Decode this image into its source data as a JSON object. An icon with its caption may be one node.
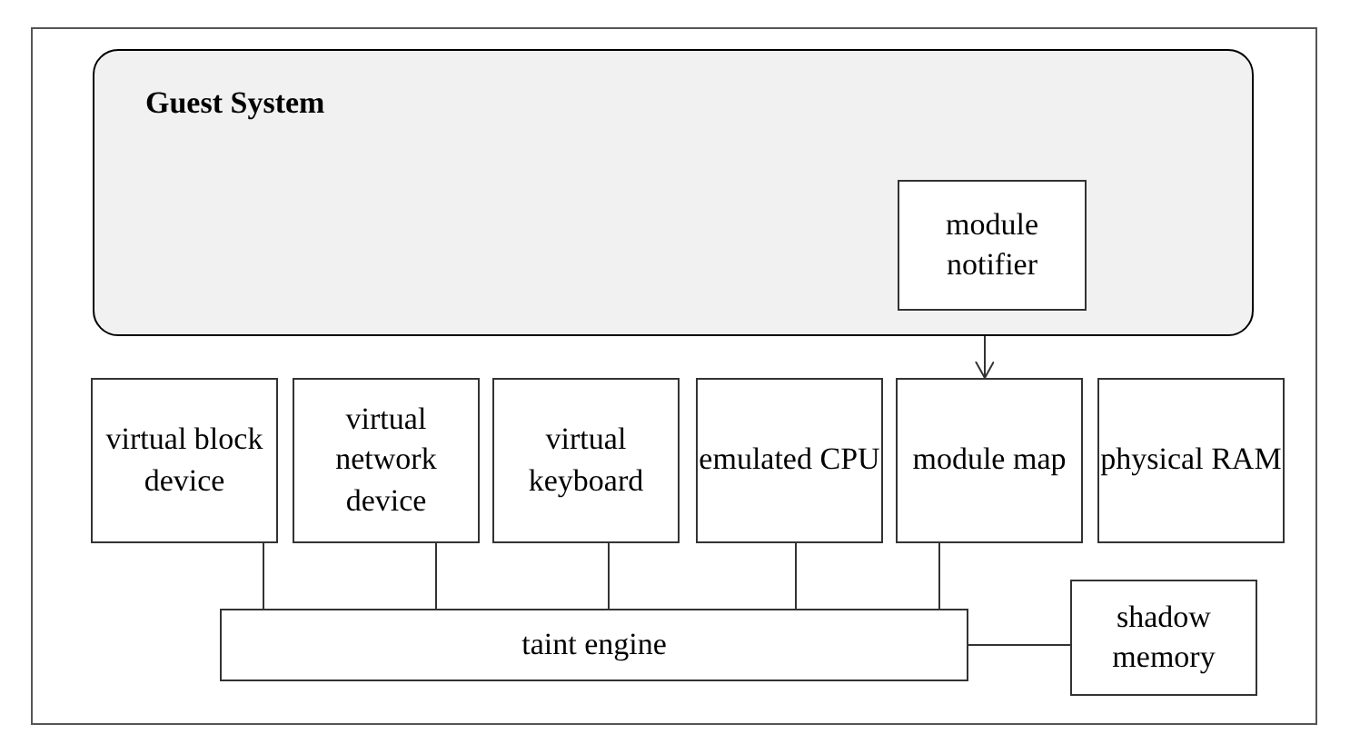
{
  "diagram": {
    "nodes": [
      {
        "text": [
          "Guest System"
        ]
      },
      {
        "text": [
          "module notifier"
        ],
        "in": 0
      },
      {
        "text": [
          "virtual block device"
        ]
      },
      {
        "text": [
          "virtual network device"
        ]
      },
      {
        "text": [
          "virtual keyboard"
        ]
      },
      {
        "text": [
          "emulated CPU"
        ]
      },
      {
        "text": [
          "module map"
        ]
      },
      {
        "text": [
          "physical RAM"
        ]
      },
      {
        "text": [
          "taint engine"
        ]
      },
      {
        "text": [
          "shadow memory"
        ]
      }
    ],
    "edges": [
      {
        "from": 1,
        "to": 6,
        "arrow": "to"
      },
      {
        "from": 2,
        "to": 8,
        "arrow": "none"
      },
      {
        "from": 3,
        "to": 8,
        "arrow": "none"
      },
      {
        "from": 4,
        "to": 8,
        "arrow": "none"
      },
      {
        "from": 5,
        "to": 8,
        "arrow": "none"
      },
      {
        "from": 6,
        "to": 8,
        "arrow": "none"
      },
      {
        "from": 8,
        "to": 9,
        "arrow": "none"
      }
    ]
  }
}
